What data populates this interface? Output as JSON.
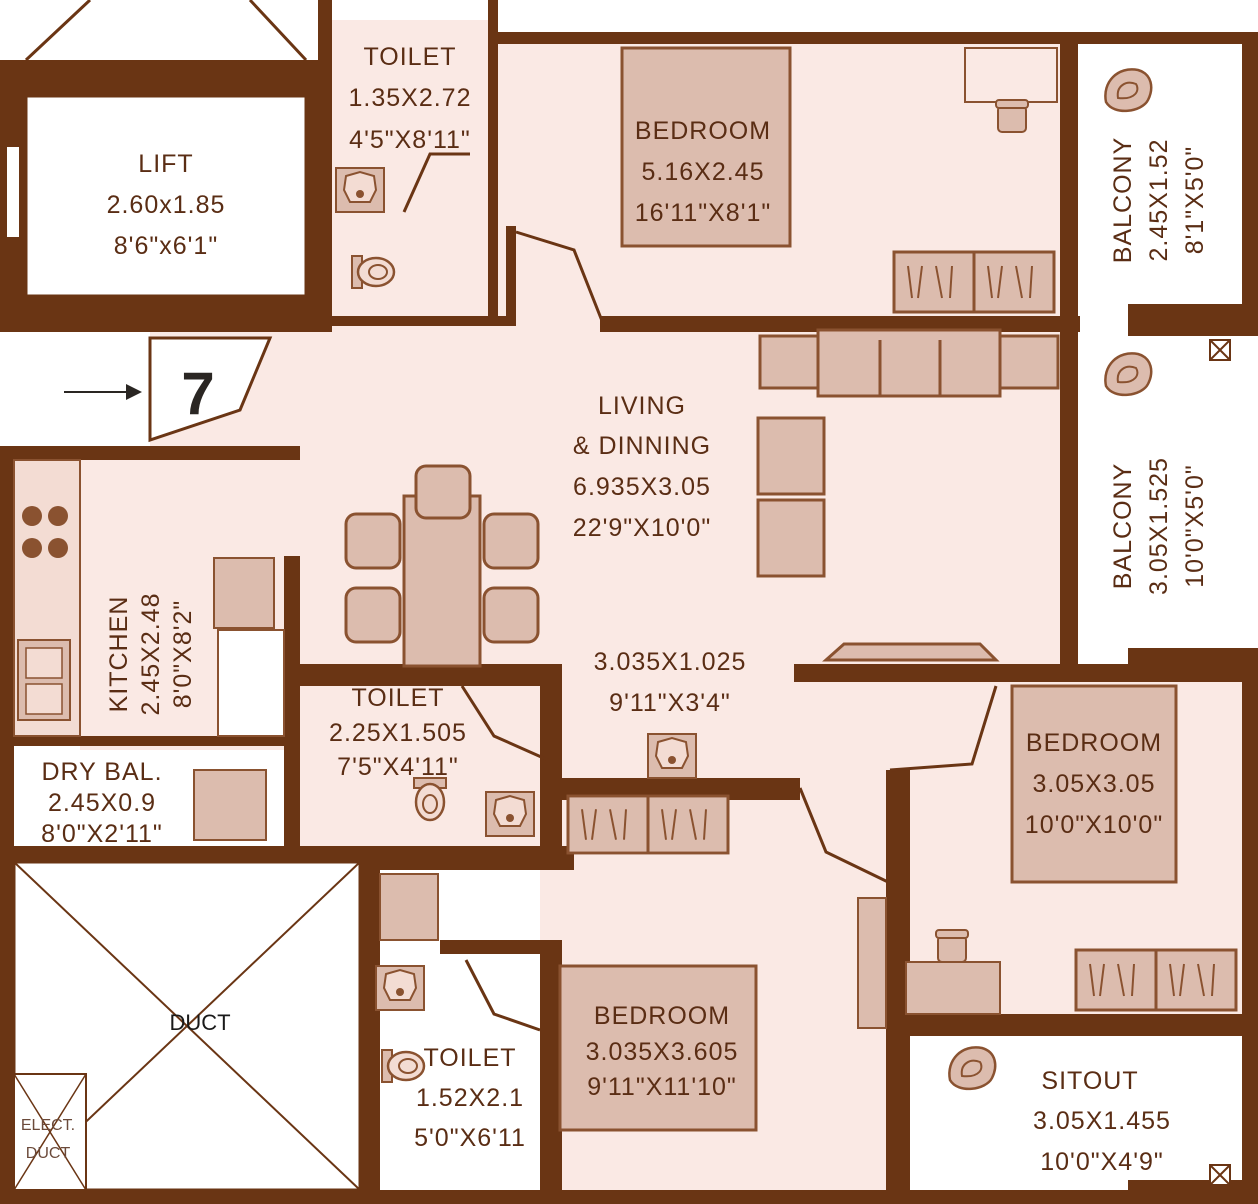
{
  "unit_number": "7",
  "colors": {
    "wall": "#6a3514",
    "floor": "#fae9e4",
    "furniture_fill": "#dcbcae",
    "furniture_stroke": "#8a5230",
    "text": "#5a2d14",
    "background": "#ffffff"
  },
  "rooms": {
    "toilet_top": {
      "name": "TOILET",
      "metric": "1.35X2.72",
      "imperial": "4'5\"X8'11\""
    },
    "lift": {
      "name": "LIFT",
      "metric": "2.60x1.85",
      "imperial": "8'6\"x6'1\""
    },
    "bedroom_top": {
      "name": "BEDROOM",
      "metric": "5.16X2.45",
      "imperial": "16'11\"X8'1\""
    },
    "balcony_top": {
      "name": "BALCONY",
      "metric": "2.45X1.52",
      "imperial": "8'1\"X5'0\""
    },
    "balcony_mid": {
      "name": "BALCONY",
      "metric": "3.05X1.525",
      "imperial": "10'0\"X5'0\""
    },
    "living": {
      "name_line1": "LIVING",
      "name_line2": "& DINNING",
      "metric": "6.935X3.05",
      "imperial": "22'9\"X10'0\""
    },
    "passage": {
      "metric": "3.035X1.025",
      "imperial": "9'11\"X3'4\""
    },
    "kitchen": {
      "name": "KITCHEN",
      "metric": "2.45X2.48",
      "imperial": "8'0\"X8'2\""
    },
    "toilet_mid": {
      "name": "TOILET",
      "metric": "2.25X1.505",
      "imperial": "7'5\"X4'11\""
    },
    "dry_balcony": {
      "name": "DRY BAL.",
      "metric": "2.45X0.9",
      "imperial": "8'0\"X2'11\""
    },
    "bedroom_right": {
      "name": "BEDROOM",
      "metric": "3.05X3.05",
      "imperial": "10'0\"X10'0\""
    },
    "duct": {
      "name": "DUCT"
    },
    "elect_duct": {
      "line1": "ELECT.",
      "line2": "DUCT"
    },
    "toilet_bottom": {
      "name": "TOILET",
      "metric": "1.52X2.1",
      "imperial": "5'0\"X6'11"
    },
    "bedroom_bottom": {
      "name": "BEDROOM",
      "metric": "3.035X3.605",
      "imperial": "9'11\"X11'10\""
    },
    "sitout": {
      "name": "SITOUT",
      "metric": "3.05X1.455",
      "imperial": "10'0\"X4'9\""
    }
  }
}
